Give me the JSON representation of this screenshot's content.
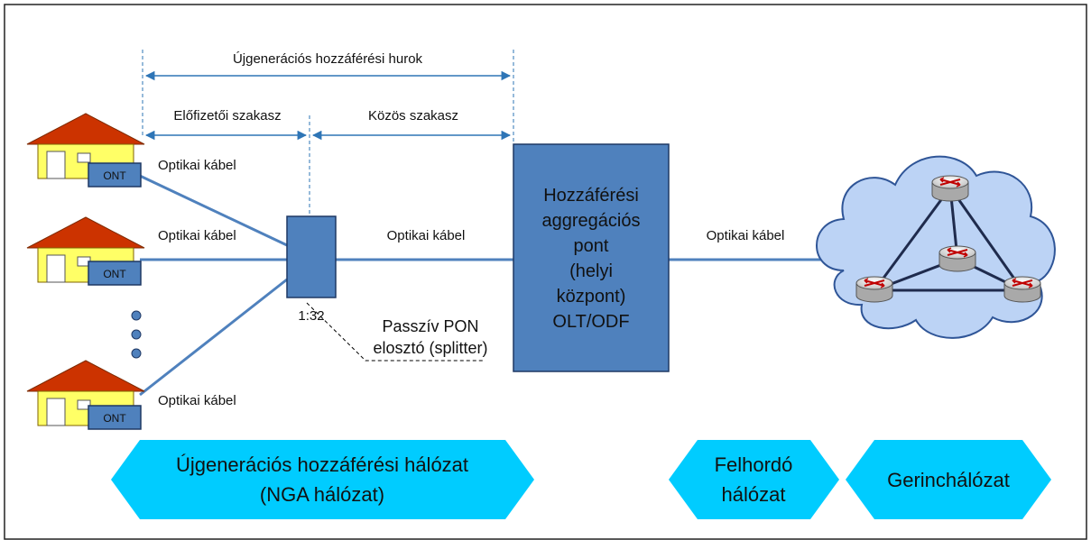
{
  "brackets": {
    "top": "Újgenerációs hozzáférési hurok",
    "left": "Előfizetői szakasz",
    "right": "Közös szakasz"
  },
  "cable_labels": {
    "house1": "Optikai kábel",
    "house2": "Optikai kábel",
    "house3": "Optikai kábel",
    "trunk": "Optikai kábel",
    "backhaul": "Optikai kábel"
  },
  "ont_label": "ONT",
  "splitter": {
    "ratio": "1:32",
    "name_line1": "Passzív PON",
    "name_line2": "elosztó (splitter)"
  },
  "aggregation": {
    "lines": [
      "Hozzáférési",
      "aggregációs",
      "pont",
      "(helyi",
      "központ)",
      "OLT/ODF"
    ]
  },
  "hexagons": {
    "nga_line1": "Újgenerációs hozzáférési hálózat",
    "nga_line2": "(NGA hálózat)",
    "backhaul_line1": "Felhordó",
    "backhaul_line2": "hálózat",
    "core": "Gerinchálózat"
  },
  "colors": {
    "roof": "#cc3300",
    "wall": "#ffff66",
    "device": "#4f81bd",
    "device_border": "#1f3864",
    "cable": "#4f81bd",
    "bracket": "#2e75b6",
    "hexagon": "#00ccff",
    "cloud": "#bcd3f5"
  },
  "icons": [
    "house-icon",
    "router-icon",
    "cloud-icon"
  ]
}
